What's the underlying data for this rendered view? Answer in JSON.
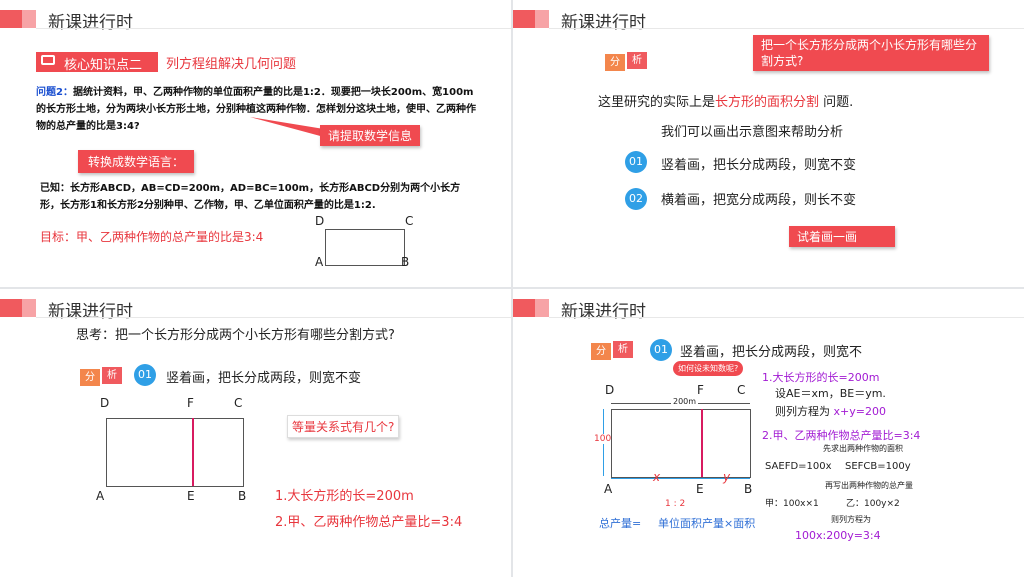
{
  "header_title": "新课进行时",
  "panel1": {
    "badge": "核心知识点二",
    "subtitle": "列方程组解决几何问题",
    "question_label": "问题2：",
    "question_text": "据统计资料，甲、乙两种作物的单位面积产量的比是1:2．现要把一块长200m、宽100m的长方形土地，分为两块小长方形土地，分别种植这两种作物．怎样划分这块土地，使甲、乙两种作物的总产量的比是3:4?",
    "callout": "请提取数学信息",
    "convert_label": "转换成数学语言：",
    "known_text": "已知：长方形ABCD，AB=CD=200m，AD=BC=100m，长方形ABCD分别为两个小长方形，长方形1和长方形2分别种甲、乙作物，甲、乙单位面积产量的比是1:2.",
    "goal": "目标：甲、乙两种作物的总产量的比是3:4",
    "corner_d": "D",
    "corner_c": "C",
    "corner_a": "A",
    "corner_b": "B"
  },
  "panel2": {
    "tag1": "分",
    "tag2": "析",
    "callout": "把一个长方形分成两个小长方形有哪些分割方式?",
    "line1_prefix": "这里研究的实际上是",
    "line1_red": "长方形的面积分割",
    "line1_suffix": " 问题.",
    "line2": "我们可以画出示意图来帮助分析",
    "num1": "01",
    "item1": "竖着画，把长分成两段，则宽不变",
    "num2": "02",
    "item2": "横着画，把宽分成两段，则长不变",
    "try_button": "试着画一画"
  },
  "panel3": {
    "think": "思考：把一个长方形分成两个小长方形有哪些分割方式?",
    "tag1": "分",
    "tag2": "析",
    "num1": "01",
    "item1": "竖着画，把长分成两段，则宽不变",
    "d": "D",
    "f": "F",
    "c": "C",
    "a": "A",
    "e": "E",
    "b": "B",
    "question_box": "等量关系式有几个?",
    "rel1": "1.大长方形的长=200m",
    "rel2": "2.甲、乙两种作物总产量比=3:4"
  },
  "panel4": {
    "tag1": "分",
    "tag2": "析",
    "num1": "01",
    "item1": "竖着画，把长分成两段，则宽不",
    "bubble": "如何设未知数呢?",
    "d": "D",
    "f": "F",
    "c": "C",
    "a": "A",
    "e": "E",
    "b": "B",
    "len200": "200m",
    "width100": "100",
    "x": "x",
    "y": "y",
    "ratio": "1 : 2",
    "total_label": "总产量=",
    "total_formula": "单位面积产量×面积",
    "s1": "1.大长方形的长=200m",
    "s2": "设AE＝xm，BE＝ym.",
    "s3_prefix": "则列方程为 ",
    "s3_eq": "x+y=200",
    "s4": "2.甲、乙两种作物总产量比=3:4",
    "n1": "先求出两种作物的面积",
    "area1": "SAEFD=100x",
    "area2": "SEFCB=100y",
    "n2": "再写出两种作物的总产量",
    "jia": "甲：100x×1",
    "yi": "乙：100y×2",
    "n3": "则列方程为",
    "eq2": "100x:200y=3:4"
  },
  "colors": {
    "accent_red": "#f04a50",
    "blue": "#2f9fe6",
    "orange": "#f3864c",
    "purple": "#a21bd3"
  }
}
